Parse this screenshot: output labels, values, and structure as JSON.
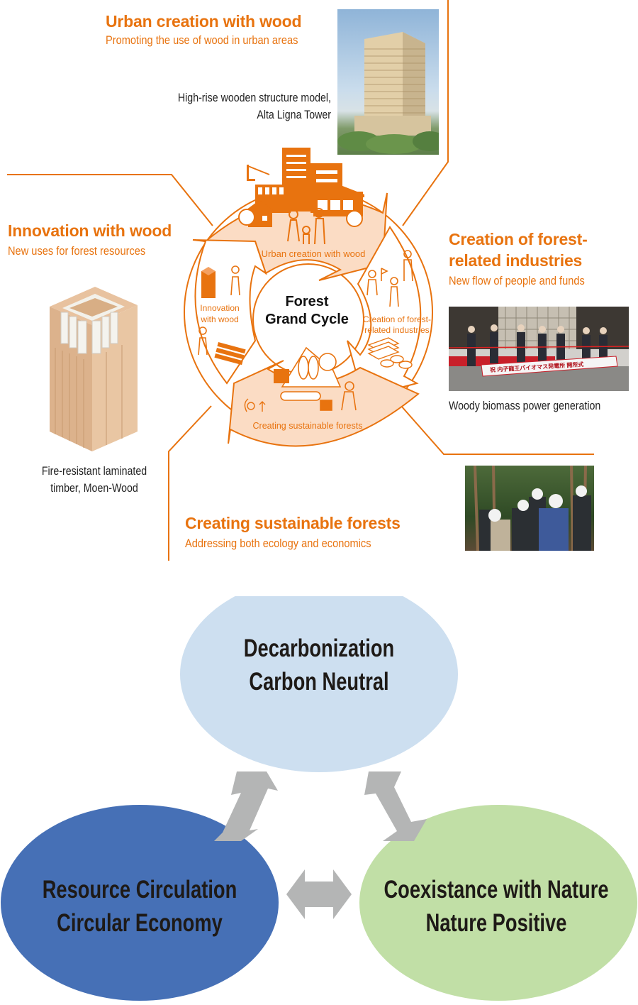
{
  "colors": {
    "orange": "#e8730f",
    "orange_light": "#fbdcc4",
    "bubble_top": "#cddff0",
    "bubble_left": "#4670b6",
    "bubble_right": "#c1dfa6",
    "arrow_gray": "#b4b5b5"
  },
  "forest_cycle": {
    "center_title_line1": "Forest",
    "center_title_line2": "Grand Cycle",
    "segments": {
      "urban": "Urban creation with wood",
      "industries_line1": "Creation of forest-",
      "industries_line2": "related industries",
      "forests": "Creating sustainable forests",
      "innovation_line1": "Innovation",
      "innovation_line2": "with wood"
    }
  },
  "sections": {
    "urban": {
      "title": "Urban creation with wood",
      "subtitle": "Promoting the use of wood in urban areas",
      "caption_line1": "High-rise wooden structure model,",
      "caption_line2": "Alta Ligna Tower",
      "photo_icon": "high-rise-tower-photo"
    },
    "innovation": {
      "title": "Innovation with wood",
      "subtitle": "New uses for forest resources",
      "caption_line1": "Fire-resistant laminated",
      "caption_line2": "timber, Moen-Wood",
      "photo_icon": "laminated-timber-illustration"
    },
    "industries": {
      "title_line1": "Creation of forest-",
      "title_line2": "related industries",
      "subtitle": "New flow of people and funds",
      "caption": "Woody biomass power generation",
      "banner_text": "祝 内子龍王バイオマス発電所 開所式",
      "photo_icon": "ribbon-cutting-ceremony-photo"
    },
    "forests": {
      "title": "Creating sustainable forests",
      "subtitle": "Addressing both ecology and economics",
      "photo_icon": "forest-workers-photo"
    }
  },
  "relationship_diagram": {
    "top": {
      "line1": "Decarbonization",
      "line2": "Carbon Neutral"
    },
    "left": {
      "line1": "Resource Circulation",
      "line2": "Circular Economy"
    },
    "right": {
      "line1": "Coexistance with Nature",
      "line2": "Nature Positive"
    }
  }
}
